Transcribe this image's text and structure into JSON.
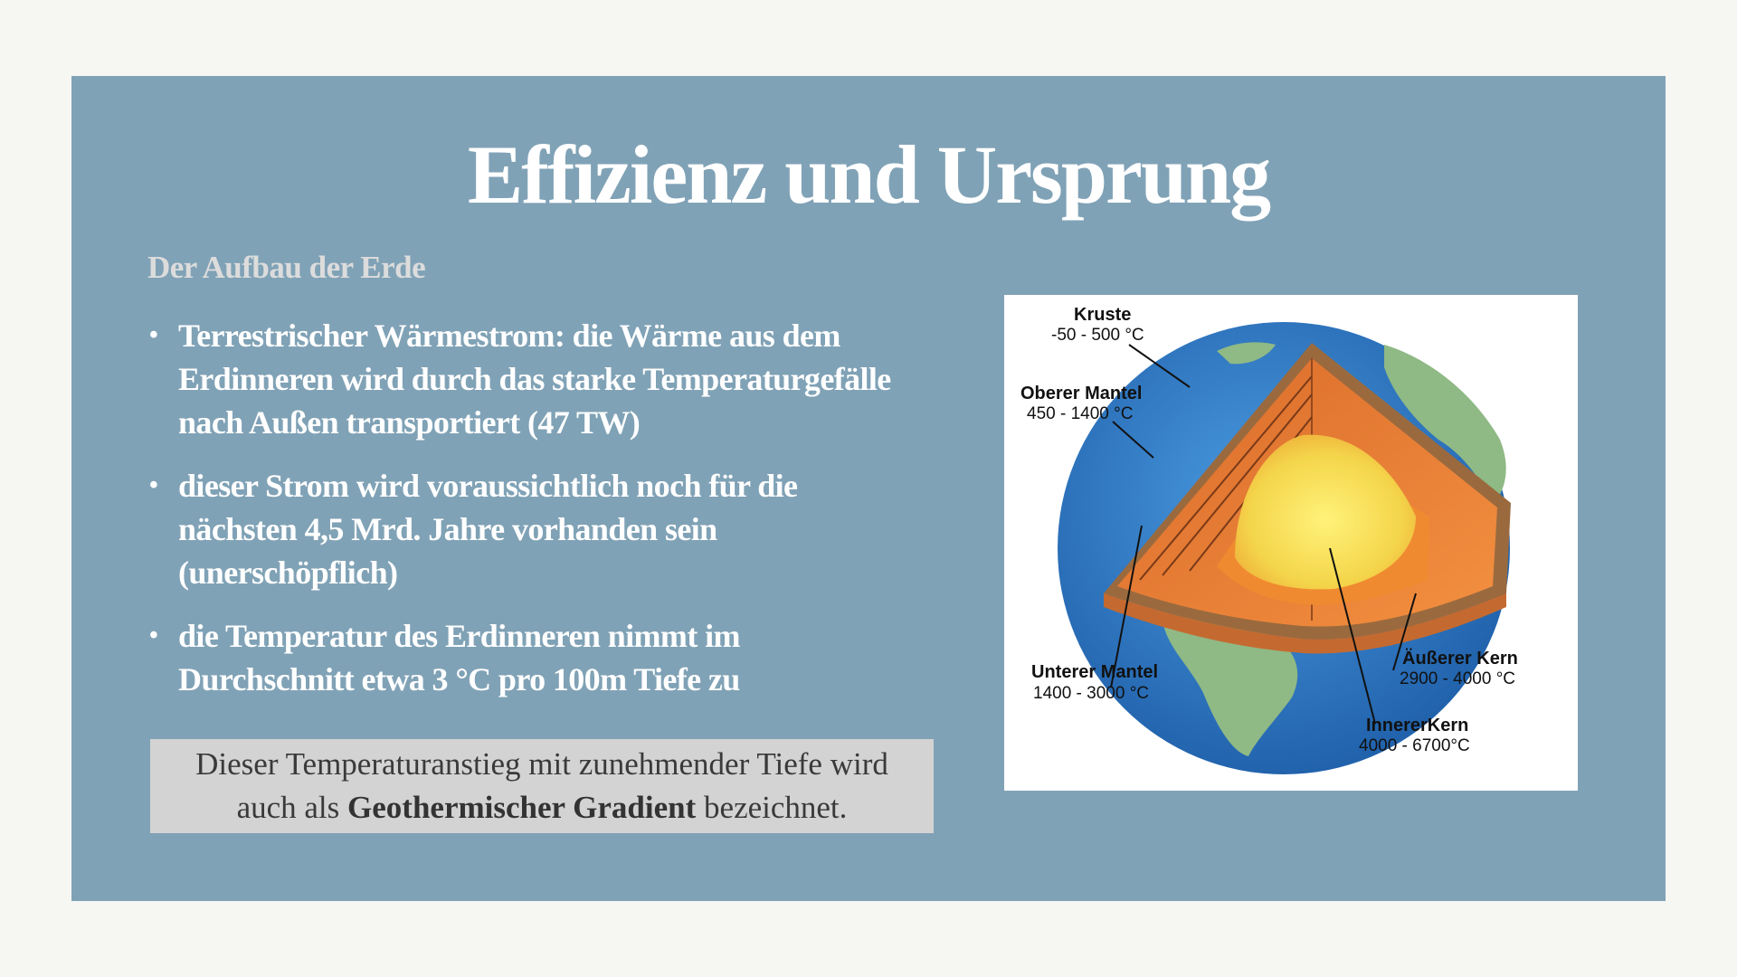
{
  "slide": {
    "title": "Effizienz und Ursprung",
    "subtitle": "Der Aufbau der Erde",
    "bullets": [
      {
        "lines": [
          "Terrestrischer Wärmestrom: die Wärme aus dem",
          "Erdinneren wird durch das starke Temperaturgefälle",
          "nach Außen transportiert (47 TW)"
        ]
      },
      {
        "lines": [
          "dieser Strom wird voraussichtlich noch für die",
          "nächsten 4,5 Mrd. Jahre vorhanden sein",
          "(unerschöpflich)"
        ]
      },
      {
        "lines": [
          "die Temperatur des Erdinneren nimmt im",
          "Durchschnitt etwa 3  °C pro 100m Tiefe zu"
        ]
      }
    ],
    "note": {
      "line1": "Dieser Temperaturanstieg mit zunehmender Tiefe wird",
      "line2_prefix": "auch als ",
      "line2_bold": "Geothermischer Gradient",
      "line2_suffix": " bezeichnet."
    }
  },
  "diagram": {
    "layers": [
      {
        "name": "Kruste",
        "temp": "-50 - 500 °C"
      },
      {
        "name": "Oberer Mantel",
        "temp": "450 - 1400 °C"
      },
      {
        "name": "Unterer Mantel",
        "temp": "1400 - 3000 °C"
      },
      {
        "name": "Äußerer Kern",
        "temp": "2900 - 4000 °C"
      },
      {
        "name": "InnererKern",
        "temp": "4000 - 6700°C"
      }
    ],
    "colors": {
      "ocean": "#2f7fc4",
      "land": "#8fb985",
      "crust": "#9a6a3e",
      "mantle": "#e07a2e",
      "outer_core": "#f08a30",
      "inner_core": "#f7e35a"
    }
  }
}
